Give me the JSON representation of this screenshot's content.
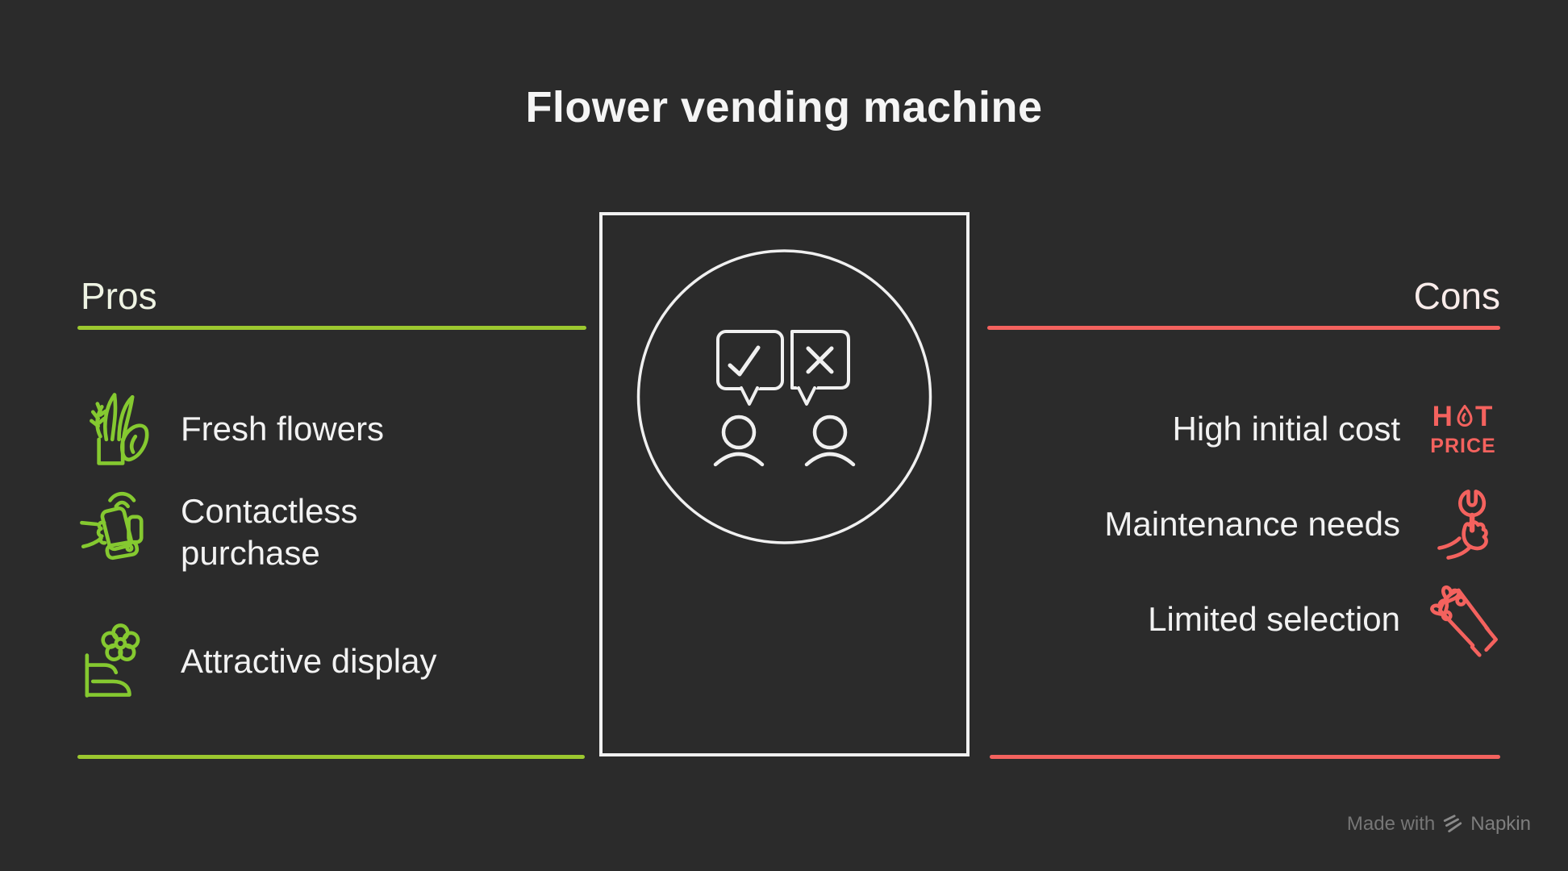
{
  "title": "Flower vending machine",
  "theme": {
    "background": "#2b2b2b",
    "pros_accent": "#9cc82f",
    "pros_icon": "#85c930",
    "cons_accent": "#f4625e",
    "cons_icon": "#f4625e"
  },
  "pros": {
    "header": "Pros",
    "items": [
      {
        "label": "Fresh flowers",
        "icon": "fresh-flowers-plant-icon"
      },
      {
        "label": "Contactless\npurchase",
        "icon": "contactless-payment-hand-phone-icon"
      },
      {
        "label": "Attractive display",
        "icon": "flower-display-shelf-icon"
      }
    ]
  },
  "cons": {
    "header": "Cons",
    "items": [
      {
        "label": "High initial cost",
        "icon": "hot-price-icon",
        "icon_text": {
          "line1": "HOT",
          "line2": "PRICE"
        }
      },
      {
        "label": "Maintenance needs",
        "icon": "hand-holding-wrench-icon"
      },
      {
        "label": "Limited selection",
        "icon": "flower-bouquet-icon"
      }
    ]
  },
  "center": {
    "icon": "pros-cons-comparison-icon",
    "elements": [
      "check-speech-bubble",
      "cross-speech-bubble",
      "two-people"
    ]
  },
  "watermark": {
    "prefix": "Made with",
    "brand": "Napkin"
  }
}
